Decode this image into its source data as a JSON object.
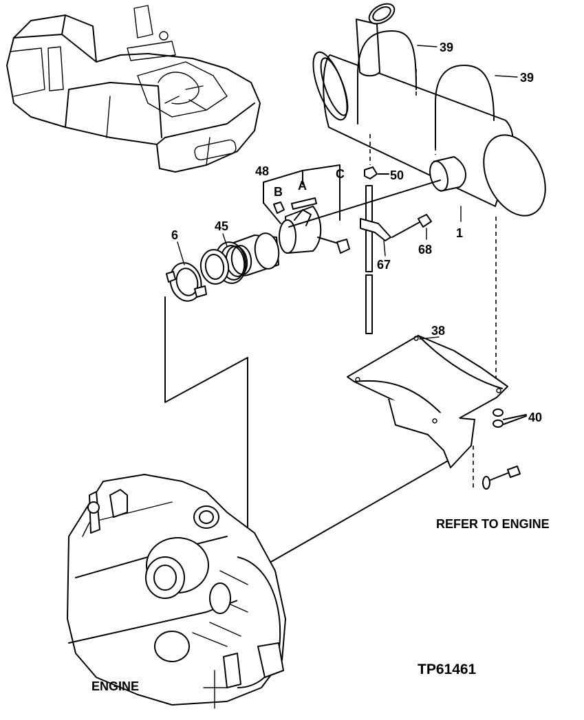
{
  "callouts": {
    "c39a": "39",
    "c39b": "39",
    "c48": "48",
    "cB": "B",
    "cA": "A",
    "cC": "C",
    "c50": "50",
    "c6": "6",
    "c45": "45",
    "c68": "68",
    "c1": "1",
    "c67": "67",
    "c38": "38",
    "c40": "40"
  },
  "notes": {
    "refer_to_engine": "REFER TO ENGINE",
    "engine": "ENGINE"
  },
  "figure_id": "TP61461"
}
